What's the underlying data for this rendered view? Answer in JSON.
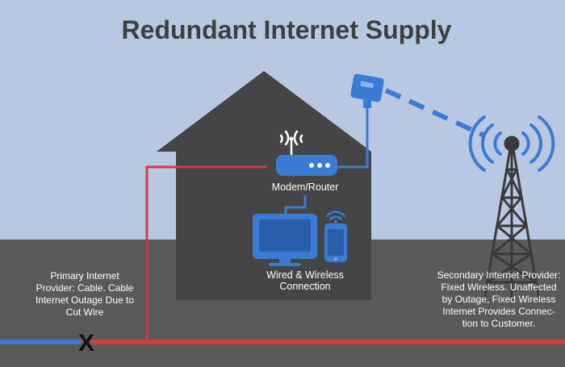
{
  "title": "Redundant Internet Supply",
  "labels": {
    "modem_router": "Modem/Router",
    "devices": [
      "Wired & Wireless",
      "Connection"
    ],
    "primary": [
      "Primary Internet",
      "Provider: Cable. Cable",
      "Internet Outage Due to",
      "Cut Wire"
    ],
    "secondary": [
      "Secondary Internet Provider:",
      "Fixed Wireless. Unaffected",
      "by Outage, Fixed Wireless",
      "Internet Provides Connec-",
      "tion to Customer."
    ],
    "cut_mark": "X"
  },
  "colors": {
    "sky": "#b9c8e2",
    "ground": "#5a5a5a",
    "house": "#454545",
    "accent_blue": "#3a7bd5",
    "cable_red": "#d43c3c",
    "title_text": "#3f3f3f",
    "tower": "#3a3a3a"
  },
  "icons": [
    "wifi-icon",
    "router-icon",
    "antenna-dish-icon",
    "monitor-icon",
    "phone-icon",
    "cell-tower-icon",
    "signal-wave-icon"
  ]
}
